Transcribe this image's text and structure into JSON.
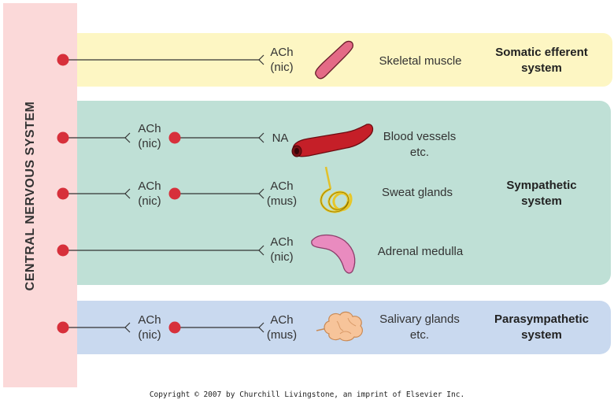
{
  "cns_label": "CENTRAL NERVOUS SYSTEM",
  "colors": {
    "somatic_bg": "#fdf6c3",
    "sympathetic_bg": "#bfe0d6",
    "parasympathetic_bg": "#c9d9ef",
    "cns_bg": "#fbd9d9",
    "neuron_body": "#d7303b"
  },
  "systems": {
    "somatic": {
      "line1": "Somatic efferent",
      "line2": "system"
    },
    "sympathetic": {
      "line1": "Sympathetic",
      "line2": "system"
    },
    "parasympathetic": {
      "line1": "Parasympathetic",
      "line2": "system"
    }
  },
  "rows": [
    {
      "ganglion": null,
      "effector": {
        "l1": "ACh",
        "l2": "(nic)"
      },
      "organ": {
        "l1": "Skeletal muscle",
        "l2": ""
      },
      "organ_icon": "muscle-fiber-icon"
    },
    {
      "ganglion": {
        "l1": "ACh",
        "l2": "(nic)"
      },
      "effector": {
        "l1": "NA",
        "l2": ""
      },
      "organ": {
        "l1": "Blood vessels",
        "l2": "etc."
      },
      "organ_icon": "blood-vessel-icon"
    },
    {
      "ganglion": {
        "l1": "ACh",
        "l2": "(nic)"
      },
      "effector": {
        "l1": "ACh",
        "l2": "(mus)"
      },
      "organ": {
        "l1": "Sweat glands",
        "l2": ""
      },
      "organ_icon": "sweat-gland-icon"
    },
    {
      "ganglion": null,
      "effector": {
        "l1": "ACh",
        "l2": "(nic)"
      },
      "organ": {
        "l1": "Adrenal medulla",
        "l2": ""
      },
      "organ_icon": "adrenal-medulla-icon"
    },
    {
      "ganglion": {
        "l1": "ACh",
        "l2": "(nic)"
      },
      "effector": {
        "l1": "ACh",
        "l2": "(mus)"
      },
      "organ": {
        "l1": "Salivary glands",
        "l2": "etc."
      },
      "organ_icon": "salivary-gland-icon"
    }
  ],
  "copyright": "Copyright © 2007 by Churchill Livingstone, an imprint of Elsevier Inc."
}
